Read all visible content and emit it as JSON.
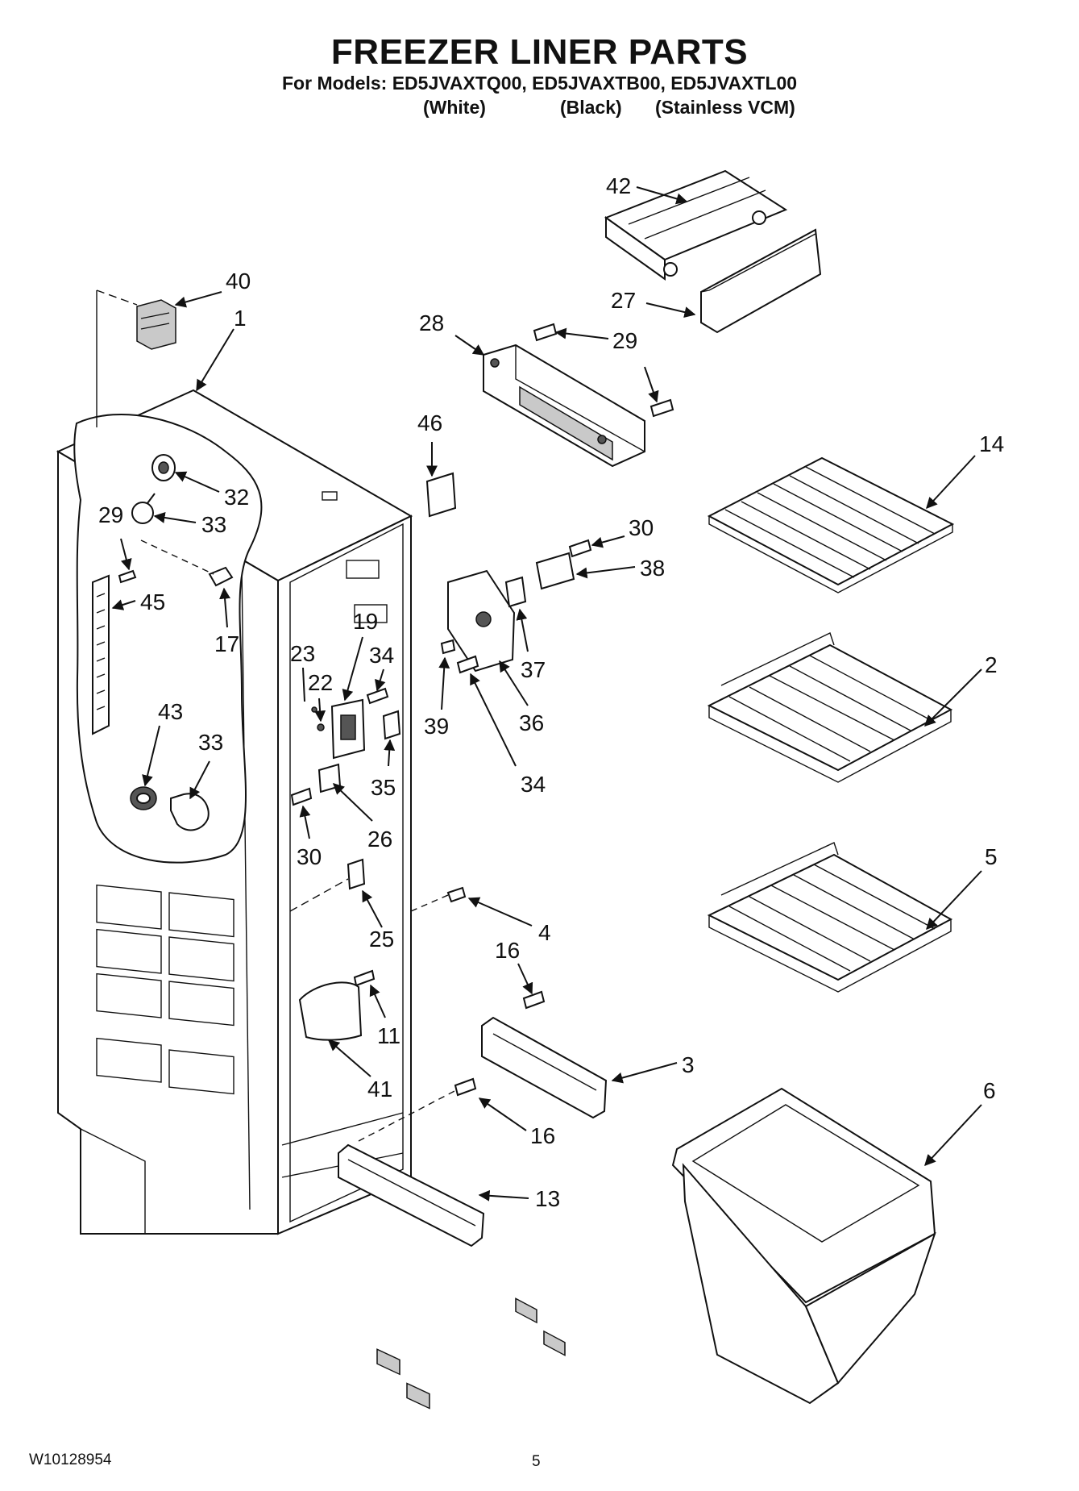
{
  "title": "FREEZER LINER PARTS",
  "subtitle": "For Models: ED5JVAXTQ00, ED5JVAXTB00, ED5JVAXTL00",
  "variants": [
    "(White)",
    "(Black)",
    "(Stainless VCM)"
  ],
  "footer": {
    "doc_number": "W10128954",
    "page": "5"
  },
  "callouts": [
    "42",
    "27",
    "40",
    "1",
    "28",
    "29",
    "46",
    "14",
    "32",
    "29",
    "33",
    "30",
    "38",
    "45",
    "17",
    "19",
    "23",
    "34",
    "22",
    "37",
    "39",
    "36",
    "34",
    "43",
    "33",
    "35",
    "26",
    "30",
    "2",
    "5",
    "25",
    "4",
    "16",
    "11",
    "3",
    "41",
    "6",
    "16",
    "13"
  ]
}
